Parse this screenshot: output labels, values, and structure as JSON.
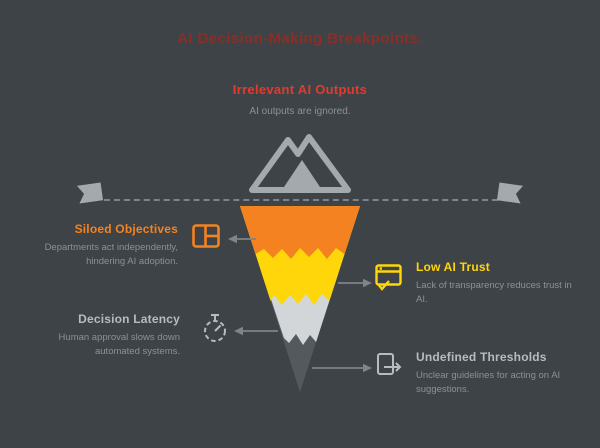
{
  "title": {
    "text": "AI Decision-Making Breakpoints.",
    "color": "#8a2e27"
  },
  "summit": {
    "heading": "Irrelevant AI Outputs",
    "heading_color": "#e23b2e",
    "description": "AI outputs are ignored."
  },
  "notes": [
    {
      "label": "Siloed Objectives",
      "description": "Departments act independently, hindering AI adoption.",
      "color": "#f58220",
      "icon": "window-grid-icon",
      "side": "left"
    },
    {
      "label": "Low AI Trust",
      "description": "Lack of transparency reduces trust in AI.",
      "color": "#ffd60a",
      "icon": "browser-check-icon",
      "side": "right"
    },
    {
      "label": "Decision Latency",
      "description": "Human approval slows down automated systems.",
      "color": "#b6bcc0",
      "icon": "stopwatch-icon",
      "side": "left"
    },
    {
      "label": "Undefined Thresholds",
      "description": "Unclear guidelines for acting on AI suggestions.",
      "color": "#b6bcc0",
      "icon": "document-arrow-icon",
      "side": "right"
    }
  ],
  "funnel": {
    "layers": [
      {
        "stage": "Siloed Objectives",
        "color": "#f58220"
      },
      {
        "stage": "Low AI Trust",
        "color": "#ffd60a"
      },
      {
        "stage": "Decision Latency",
        "color": "#d3d6d8"
      },
      {
        "stage": "Undefined Thresholds",
        "color": "#54595d"
      }
    ]
  },
  "colors": {
    "background": "#3d4347",
    "line": "#7d848a",
    "muted_text": "#8b9196",
    "mountain": "#a4a9ad"
  }
}
